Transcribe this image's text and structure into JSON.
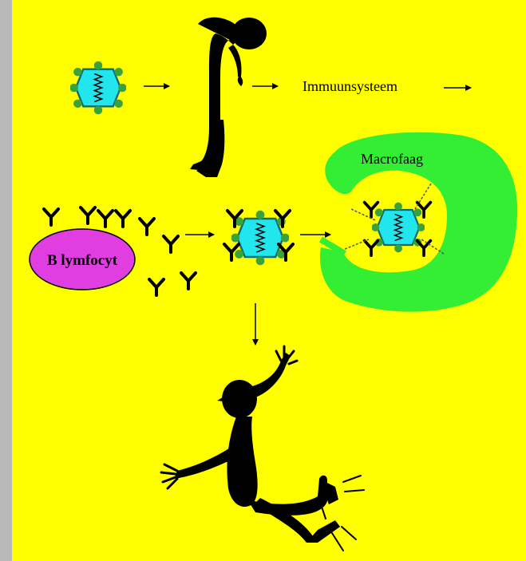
{
  "colors": {
    "frame": "#b9b9b9",
    "background": "#ffff00",
    "virus_body": "#22e6ee",
    "virus_knob": "#3aa23a",
    "macrophage": "#33ee33",
    "b_cell": "#e03ee0",
    "ink": "#000000"
  },
  "labels": {
    "immune_system": "Immuunsysteem",
    "macrophage": "Macrofaag",
    "b_cell": "B lymfocyt"
  },
  "icons": {
    "virus": "virus-icon",
    "sick_person": "sick-person-icon",
    "healthy_person": "healthy-person-icon",
    "antibody": "antibody-icon",
    "arrow": "arrow-icon"
  }
}
